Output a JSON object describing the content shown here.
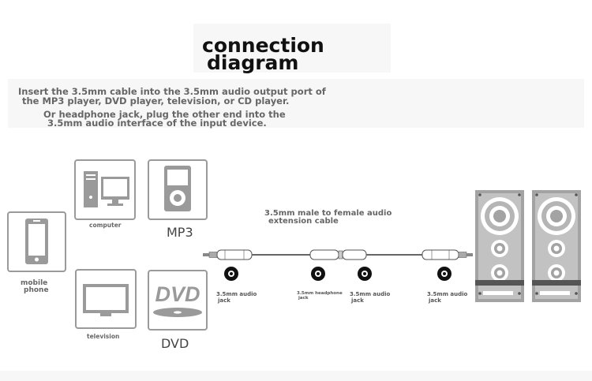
{
  "title": {
    "line1": "connection",
    "line2": "diagram"
  },
  "instructions": {
    "line1": "Insert the 3.5mm cable into the 3.5mm audio output port of",
    "line2": "the MP3 player, DVD player, television, or CD player.",
    "line3": "Or headphone jack, plug the other end into the",
    "line4": "3.5mm audio interface of the input device."
  },
  "devices": {
    "mobile_line1": "mobile",
    "mobile_line2": "phone",
    "computer": "computer",
    "mp3": "MP3",
    "television": "television",
    "dvd": "DVD",
    "dvd_logo": "DVD"
  },
  "cable": {
    "label_line1": "3.5mm male to female audio",
    "label_line2": "extension cable"
  },
  "jacks": [
    {
      "line1": "3.5mm audio",
      "line2": "jack"
    },
    {
      "line1": "3.5mm headphone",
      "line2": "jack"
    },
    {
      "line1": "3.5mm audio",
      "line2": "jack"
    },
    {
      "line1": "3.5mm audio",
      "line2": "jack"
    }
  ],
  "icons": [
    "phone-icon",
    "computer-icon",
    "mp3-player-icon",
    "television-icon",
    "dvd-logo-icon",
    "speaker-icon",
    "audio-jack-icon"
  ],
  "colors": {
    "icon_gray": "#9a9a9a",
    "speaker_body": "#a3a3a3",
    "speaker_dark": "#555555",
    "title": "#111111",
    "text": "#666666"
  }
}
